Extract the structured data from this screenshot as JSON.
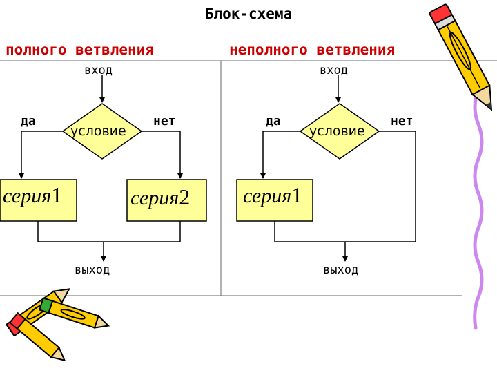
{
  "title": "Блок-схема",
  "full_branch": {
    "heading": "полного ветвления",
    "entry": "вход",
    "exit": "выход",
    "yes": "да",
    "no": "нет",
    "condition": "условие",
    "series_yes": {
      "word": "серия",
      "num": "1"
    },
    "series_no": {
      "word": "серия",
      "num": "2"
    }
  },
  "partial_branch": {
    "heading": "неполного ветвления",
    "entry": "вход",
    "exit": "выход",
    "yes": "да",
    "no": "нет",
    "condition": "условие",
    "series_yes": {
      "word": "серия",
      "num": "1"
    }
  },
  "colors": {
    "heading": "#cc0000",
    "box_fill": "#ffff99",
    "stroke": "#000000",
    "divider": "#666666"
  },
  "decorations": [
    "pencil-icon",
    "crossed-pencils-icon",
    "wavy-line"
  ]
}
